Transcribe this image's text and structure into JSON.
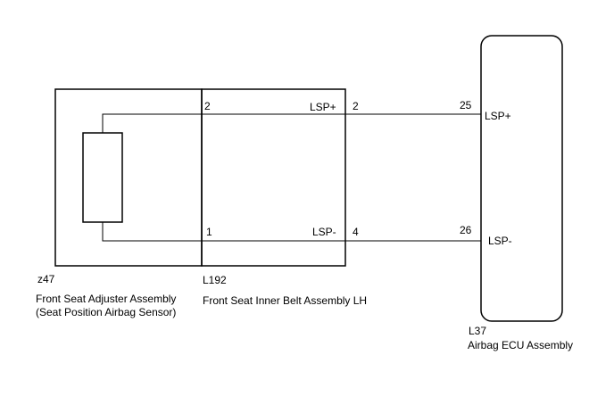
{
  "colors": {
    "line": "#000000",
    "background": "#ffffff"
  },
  "sensor": {
    "code": "z47",
    "name_line1": "Front Seat Adjuster Assembly",
    "name_line2": "(Seat Position Airbag Sensor)"
  },
  "belt": {
    "code": "L192",
    "name": "Front Seat Inner Belt Assembly LH",
    "pins": {
      "upper_left": "2",
      "upper_right": "2",
      "lower_left": "1",
      "lower_right": "4",
      "upper_signal": "LSP+",
      "lower_signal": "LSP-"
    }
  },
  "ecu": {
    "code": "L37",
    "name": "Airbag ECU Assembly",
    "pins": {
      "upper": "25",
      "lower": "26",
      "upper_signal": "LSP+",
      "lower_signal": "LSP-"
    }
  }
}
